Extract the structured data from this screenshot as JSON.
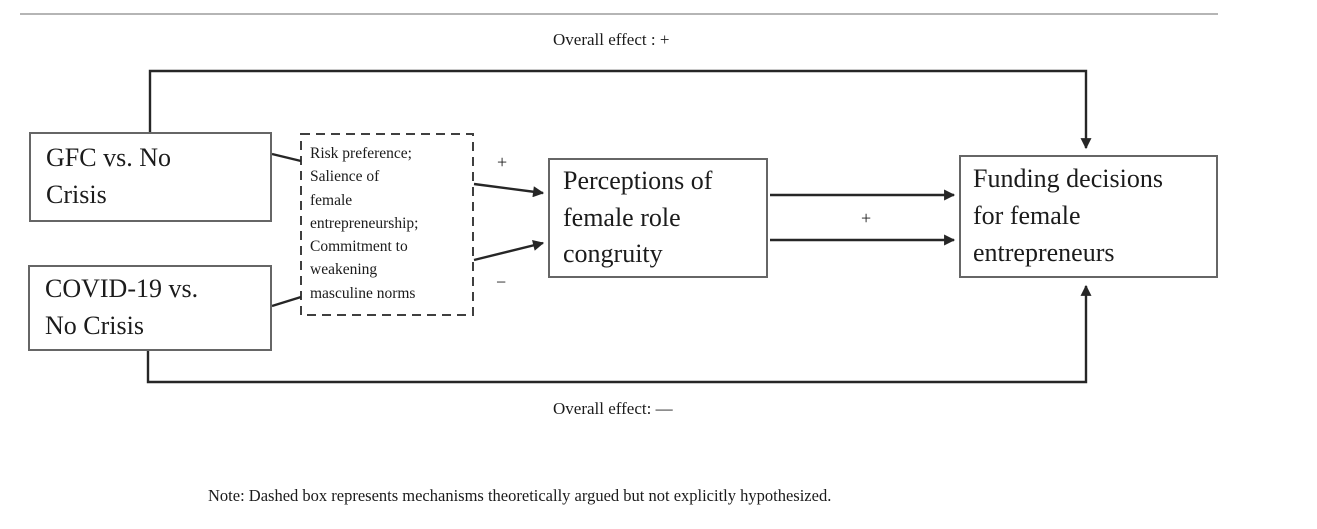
{
  "figure": {
    "top_effect_label": "Overall effect : +",
    "bottom_effect_label": "Overall effect: —",
    "note": "Note: Dashed box represents mechanisms theoretically argued but not explicitly hypothesized.",
    "boxes": {
      "gfc": {
        "text": "GFC vs. No\nCrisis"
      },
      "covid": {
        "text": "COVID-19 vs.\nNo Crisis"
      },
      "mechanisms": {
        "text": "Risk preference;\nSalience of\nfemale\nentrepreneurship;\nCommitment to\nweakening\nmasculine norms"
      },
      "perceptions": {
        "text": "Perceptions of\nfemale role\ncongruity"
      },
      "funding": {
        "text": "Funding decisions\nfor female\nentrepreneurs"
      }
    },
    "path_labels": {
      "mediated_positive": "+",
      "mediated_negative": "−",
      "direct_positive": "+"
    },
    "colors": {
      "line": "#262626",
      "box_border": "#666666",
      "text": "#1b1b1b",
      "top_rule": "#b5b5b5"
    }
  }
}
